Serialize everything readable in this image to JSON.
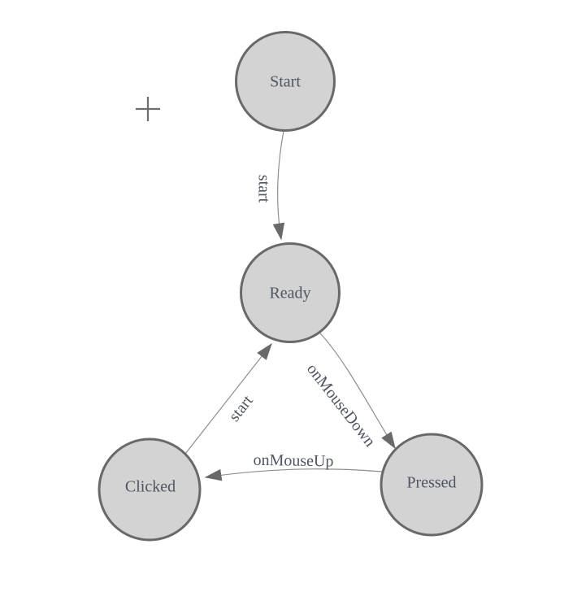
{
  "colors": {
    "background": "#ffffff",
    "node_fill": "#d3d3d3",
    "node_stroke": "#696969",
    "edge_line": "#8f8f8f",
    "arrowhead": "#696969",
    "label_text": "#4f5561",
    "crosshair": "#6e6e6e"
  },
  "cursor": {
    "icon": "crosshair-plus"
  },
  "nodes": [
    {
      "label": "Start"
    },
    {
      "label": "Ready"
    },
    {
      "label": "Clicked"
    },
    {
      "label": "Pressed"
    }
  ],
  "edges": [
    {
      "label": "start",
      "from": "Start",
      "to": "Ready"
    },
    {
      "label": "onMouseDown",
      "from": "Ready",
      "to": "Pressed"
    },
    {
      "label": "onMouseUp",
      "from": "Pressed",
      "to": "Clicked"
    },
    {
      "label": "start",
      "from": "Clicked",
      "to": "Ready"
    }
  ]
}
